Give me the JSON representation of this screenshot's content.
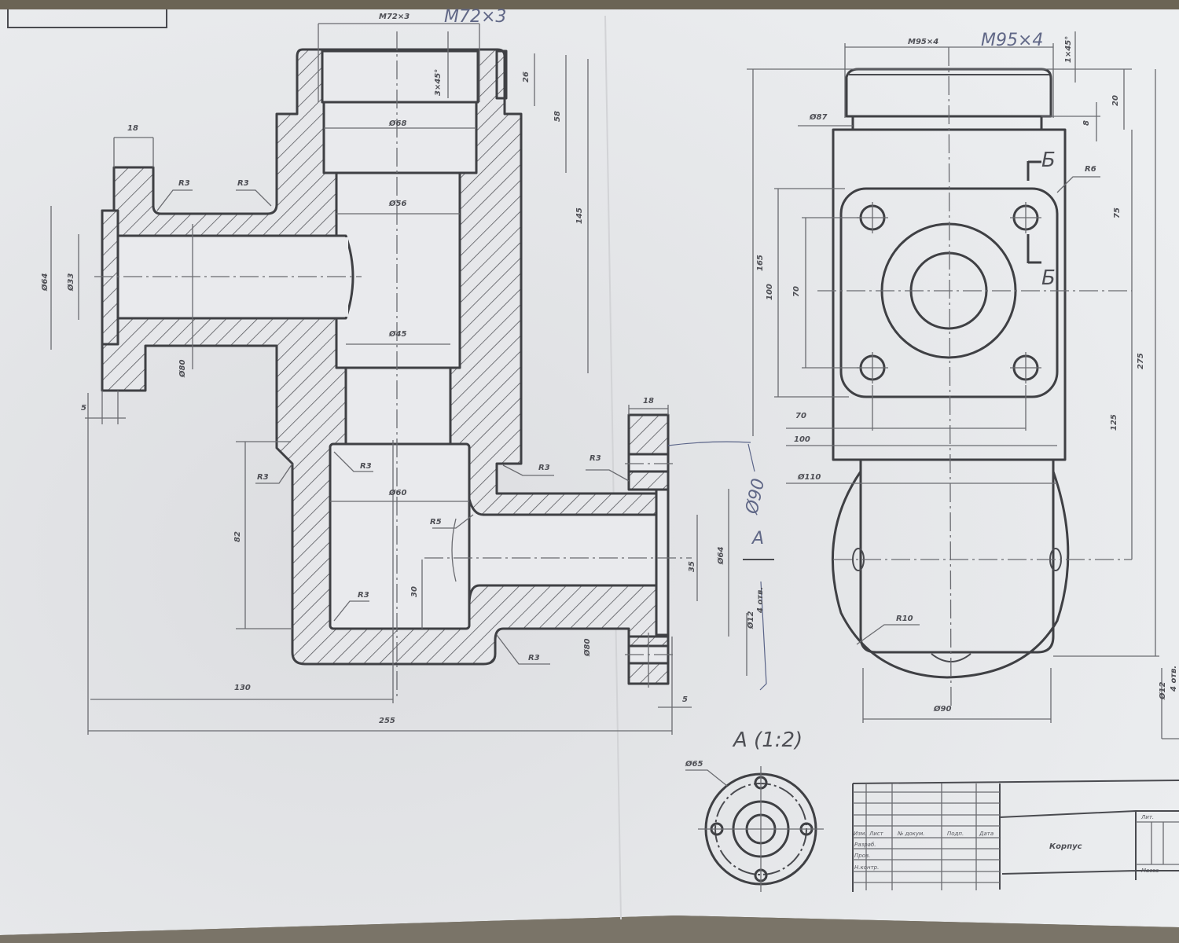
{
  "section_view": {
    "thread_printed": "M72×3",
    "thread_handwritten": "M72×3",
    "chamfer_top": "3×45°",
    "dim_26": "26",
    "dim_58": "58",
    "dim_145": "145",
    "bore_68": "Ø68",
    "bore_56": "Ø56",
    "bore_45": "Ø45",
    "bore_60": "Ø60",
    "left_flange_width": "18",
    "left_r3_a": "R3",
    "left_r3_b": "R3",
    "left_d64": "Ø64",
    "left_d33": "Ø33",
    "left_d80": "Ø80",
    "left_5": "5",
    "r3_c": "R3",
    "r3_d": "R3",
    "r3_e": "R3",
    "r3_f": "R3",
    "r3_g": "R3",
    "r3_h": "R3",
    "r5": "R5",
    "dim_82": "82",
    "dim_30": "30",
    "right_d35": "35",
    "right_d64": "Ø64",
    "right_d80": "Ø80",
    "right_d12": "Ø12",
    "right_holes": "4 отв.",
    "right_flange_width": "18",
    "right_5": "5",
    "dim_130": "130",
    "dim_255": "255",
    "hand_d90": "Ø90",
    "view_arrow": "A"
  },
  "side_view": {
    "thread_printed": "M95×4",
    "thread_handwritten": "M95×4",
    "chamfer": "1×45°",
    "neck_d87": "Ø87",
    "dim_20": "20",
    "dim_8": "8",
    "section_mark_top": "Б",
    "section_mark_bottom": "Б",
    "r6": "R6",
    "dim_165": "165",
    "dim_100v": "100",
    "dim_70v": "70",
    "dim_75": "75",
    "dim_275": "275",
    "dim_125": "125",
    "dim_70h": "70",
    "dim_100h": "100",
    "d110": "Ø110",
    "r10": "R10",
    "d90": "Ø90",
    "d12": "Ø12",
    "holes": "4 отв."
  },
  "view_a": {
    "title": "A (1:2)",
    "d65": "Ø65"
  },
  "title_block": {
    "headers": [
      "Изм.",
      "Лист",
      "№ докум.",
      "Подп.",
      "Дата"
    ],
    "rows": [
      "Разраб.",
      "Пров.",
      "Н.контр."
    ],
    "part_name": "Корпус",
    "lit": "Лит.",
    "mass": "Масса"
  }
}
